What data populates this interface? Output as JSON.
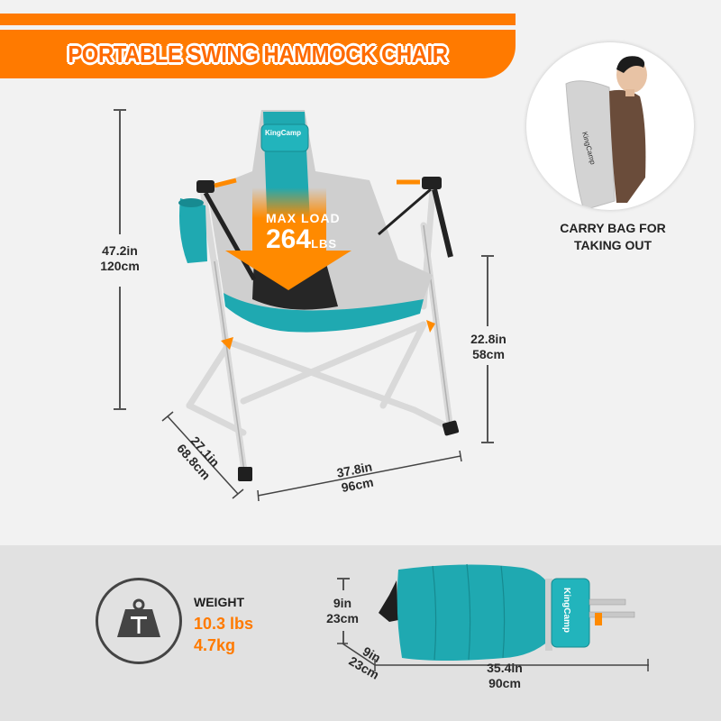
{
  "banner": {
    "title": "PORTABLE SWING HAMMOCK CHAIR",
    "color": "#ff7a00"
  },
  "carry_bag": {
    "caption_line1": "CARRY BAG FOR",
    "caption_line2": "TAKING OUT",
    "bag_logo": "KingCamp"
  },
  "chair": {
    "brand_logo": "KingCamp",
    "max_load_label": "MAX LOAD",
    "max_load_value": "264",
    "max_load_unit": "LBS",
    "colors": {
      "teal": "#1fa9b1",
      "gray": "#c9c9c9",
      "black": "#222222",
      "orange": "#ff8a00"
    }
  },
  "dimensions": {
    "height": {
      "in": "47.2in",
      "cm": "120cm"
    },
    "seat_height": {
      "in": "22.8in",
      "cm": "58cm"
    },
    "depth": {
      "in": "27.1in",
      "cm": "68.8cm"
    },
    "width": {
      "in": "37.8in",
      "cm": "96cm"
    }
  },
  "weight": {
    "icon": "weight-icon",
    "label": "WEIGHT",
    "lbs": "10.3 lbs",
    "kg": "4.7kg"
  },
  "packed": {
    "brand_logo": "KingCamp",
    "height": {
      "in": "9in",
      "cm": "23cm"
    },
    "depth": {
      "in": "9in",
      "cm": "23cm"
    },
    "length": {
      "in": "35.4in",
      "cm": "90cm"
    }
  }
}
